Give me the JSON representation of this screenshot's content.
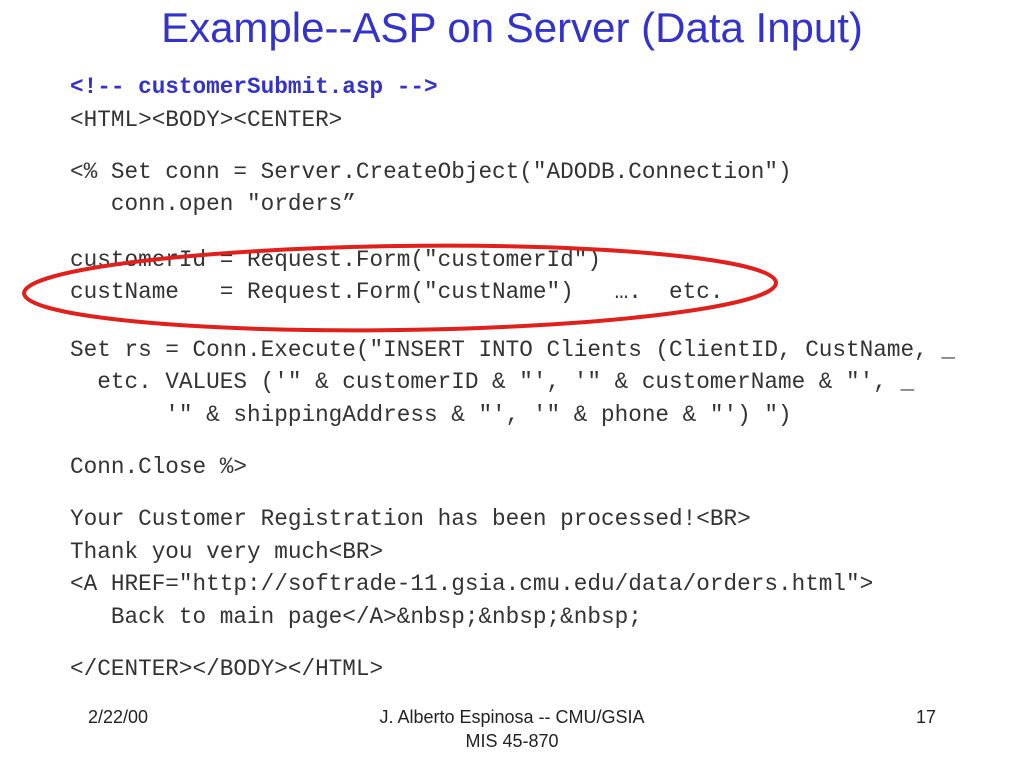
{
  "slide": {
    "title": "Example--ASP on Server (Data Input)",
    "code_lines": [
      "<!-- customerSubmit.asp -->",
      "<HTML><BODY><CENTER>",
      "<% Set conn = Server.CreateObject(\"ADODB.Connection\")",
      "   conn.open \"orders”",
      "customerId = Request.Form(\"customerId\")",
      "custName   = Request.Form(\"custName\")   ….  etc.",
      "Set rs = Conn.Execute(\"INSERT INTO Clients (ClientID, CustName, _",
      "  etc. VALUES ('\" & customerID & \"', '\" & customerName & \"', _",
      "       '\" & shippingAddress & \"', '\" & phone & \"') \")",
      "Conn.Close %>",
      "Your Customer Registration has been processed!<BR>",
      "Thank you very much<BR>",
      "<A HREF=\"http://softrade-11.gsia.cmu.edu/data/orders.html\">",
      "   Back to main page</A>&nbsp;&nbsp;&nbsp;",
      "</CENTER></BODY></HTML>"
    ],
    "highlight_color": "#e0201c",
    "accent_color": "#3333cc"
  },
  "footer": {
    "date": "2/22/00",
    "author": "J. Alberto Espinosa -- CMU/GSIA",
    "course": "MIS 45-870",
    "page_number": "17"
  }
}
